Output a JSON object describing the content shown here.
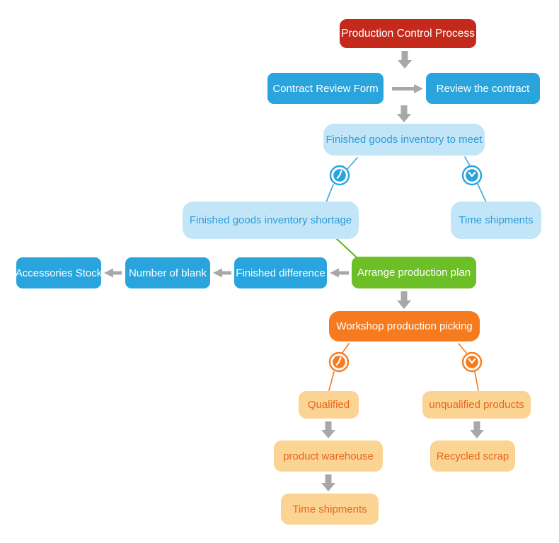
{
  "diagram": {
    "title": "Production Control Process",
    "nodes": [
      {
        "id": "production-control-process",
        "label": "Production Control Process",
        "role": "start",
        "fill": "#C42A1C",
        "text_color": "#FFFFFF"
      },
      {
        "id": "contract-review-form",
        "label": "Contract Review Form",
        "role": "process",
        "fill": "#29A4DD",
        "text_color": "#FFFFFF"
      },
      {
        "id": "review-the-contract",
        "label": "Review the contract",
        "role": "process",
        "fill": "#29A4DD",
        "text_color": "#FFFFFF"
      },
      {
        "id": "finished-goods-inventory-to-meet",
        "label": "Finished goods inventory to meet",
        "role": "decision",
        "fill": "#C2E6F8",
        "text_color": "#2B9CD8"
      },
      {
        "id": "finished-goods-inventory-shortage",
        "label": "Finished goods inventory shortage",
        "role": "branch-result",
        "fill": "#C2E6F8",
        "text_color": "#2B9CD8"
      },
      {
        "id": "time-shipments-upper",
        "label": "Time shipments",
        "role": "branch-result",
        "fill": "#C2E6F8",
        "text_color": "#2B9CD8"
      },
      {
        "id": "accessories-stock",
        "label": "Accessories Stock",
        "role": "process",
        "fill": "#29A4DD",
        "text_color": "#FFFFFF"
      },
      {
        "id": "number-of-blank",
        "label": "Number of blank",
        "role": "process",
        "fill": "#29A4DD",
        "text_color": "#FFFFFF"
      },
      {
        "id": "finished-difference",
        "label": "Finished difference",
        "role": "process",
        "fill": "#29A4DD",
        "text_color": "#FFFFFF"
      },
      {
        "id": "arrange-production-plan",
        "label": "Arrange production plan",
        "role": "process",
        "fill": "#6CBF26",
        "text_color": "#FFFFFF"
      },
      {
        "id": "workshop-production-picking",
        "label": "Workshop production picking",
        "role": "process",
        "fill": "#F67B1E",
        "text_color": "#FFFFFF"
      },
      {
        "id": "qualified",
        "label": "Qualified",
        "role": "branch-result",
        "fill": "#FBD392",
        "text_color": "#E8671C"
      },
      {
        "id": "unqualified-products",
        "label": "unqualified products",
        "role": "branch-result",
        "fill": "#FBD392",
        "text_color": "#E8671C"
      },
      {
        "id": "product-warehouse",
        "label": "product warehouse",
        "role": "process",
        "fill": "#FBD392",
        "text_color": "#E8671C"
      },
      {
        "id": "recycled-scrap",
        "label": "Recycled scrap",
        "role": "process",
        "fill": "#FBD392",
        "text_color": "#E8671C"
      },
      {
        "id": "time-shipments-lower",
        "label": "Time shipments",
        "role": "end",
        "fill": "#FBD392",
        "text_color": "#E8671C"
      }
    ],
    "icons": [
      {
        "name": "clock-icon",
        "variant": "blue-left",
        "color": "#29A4DD"
      },
      {
        "name": "clock-icon",
        "variant": "blue-right",
        "color": "#29A4DD"
      },
      {
        "name": "clock-icon",
        "variant": "orange-left",
        "color": "#F67B1E"
      },
      {
        "name": "clock-icon",
        "variant": "orange-right",
        "color": "#F67B1E"
      }
    ],
    "colors": {
      "background": "#FFFFFF",
      "arrow_gray": "#A8A8A8",
      "connector_blue": "#3FAADF",
      "connector_green": "#5FB321",
      "connector_orange": "#F57F26"
    }
  }
}
